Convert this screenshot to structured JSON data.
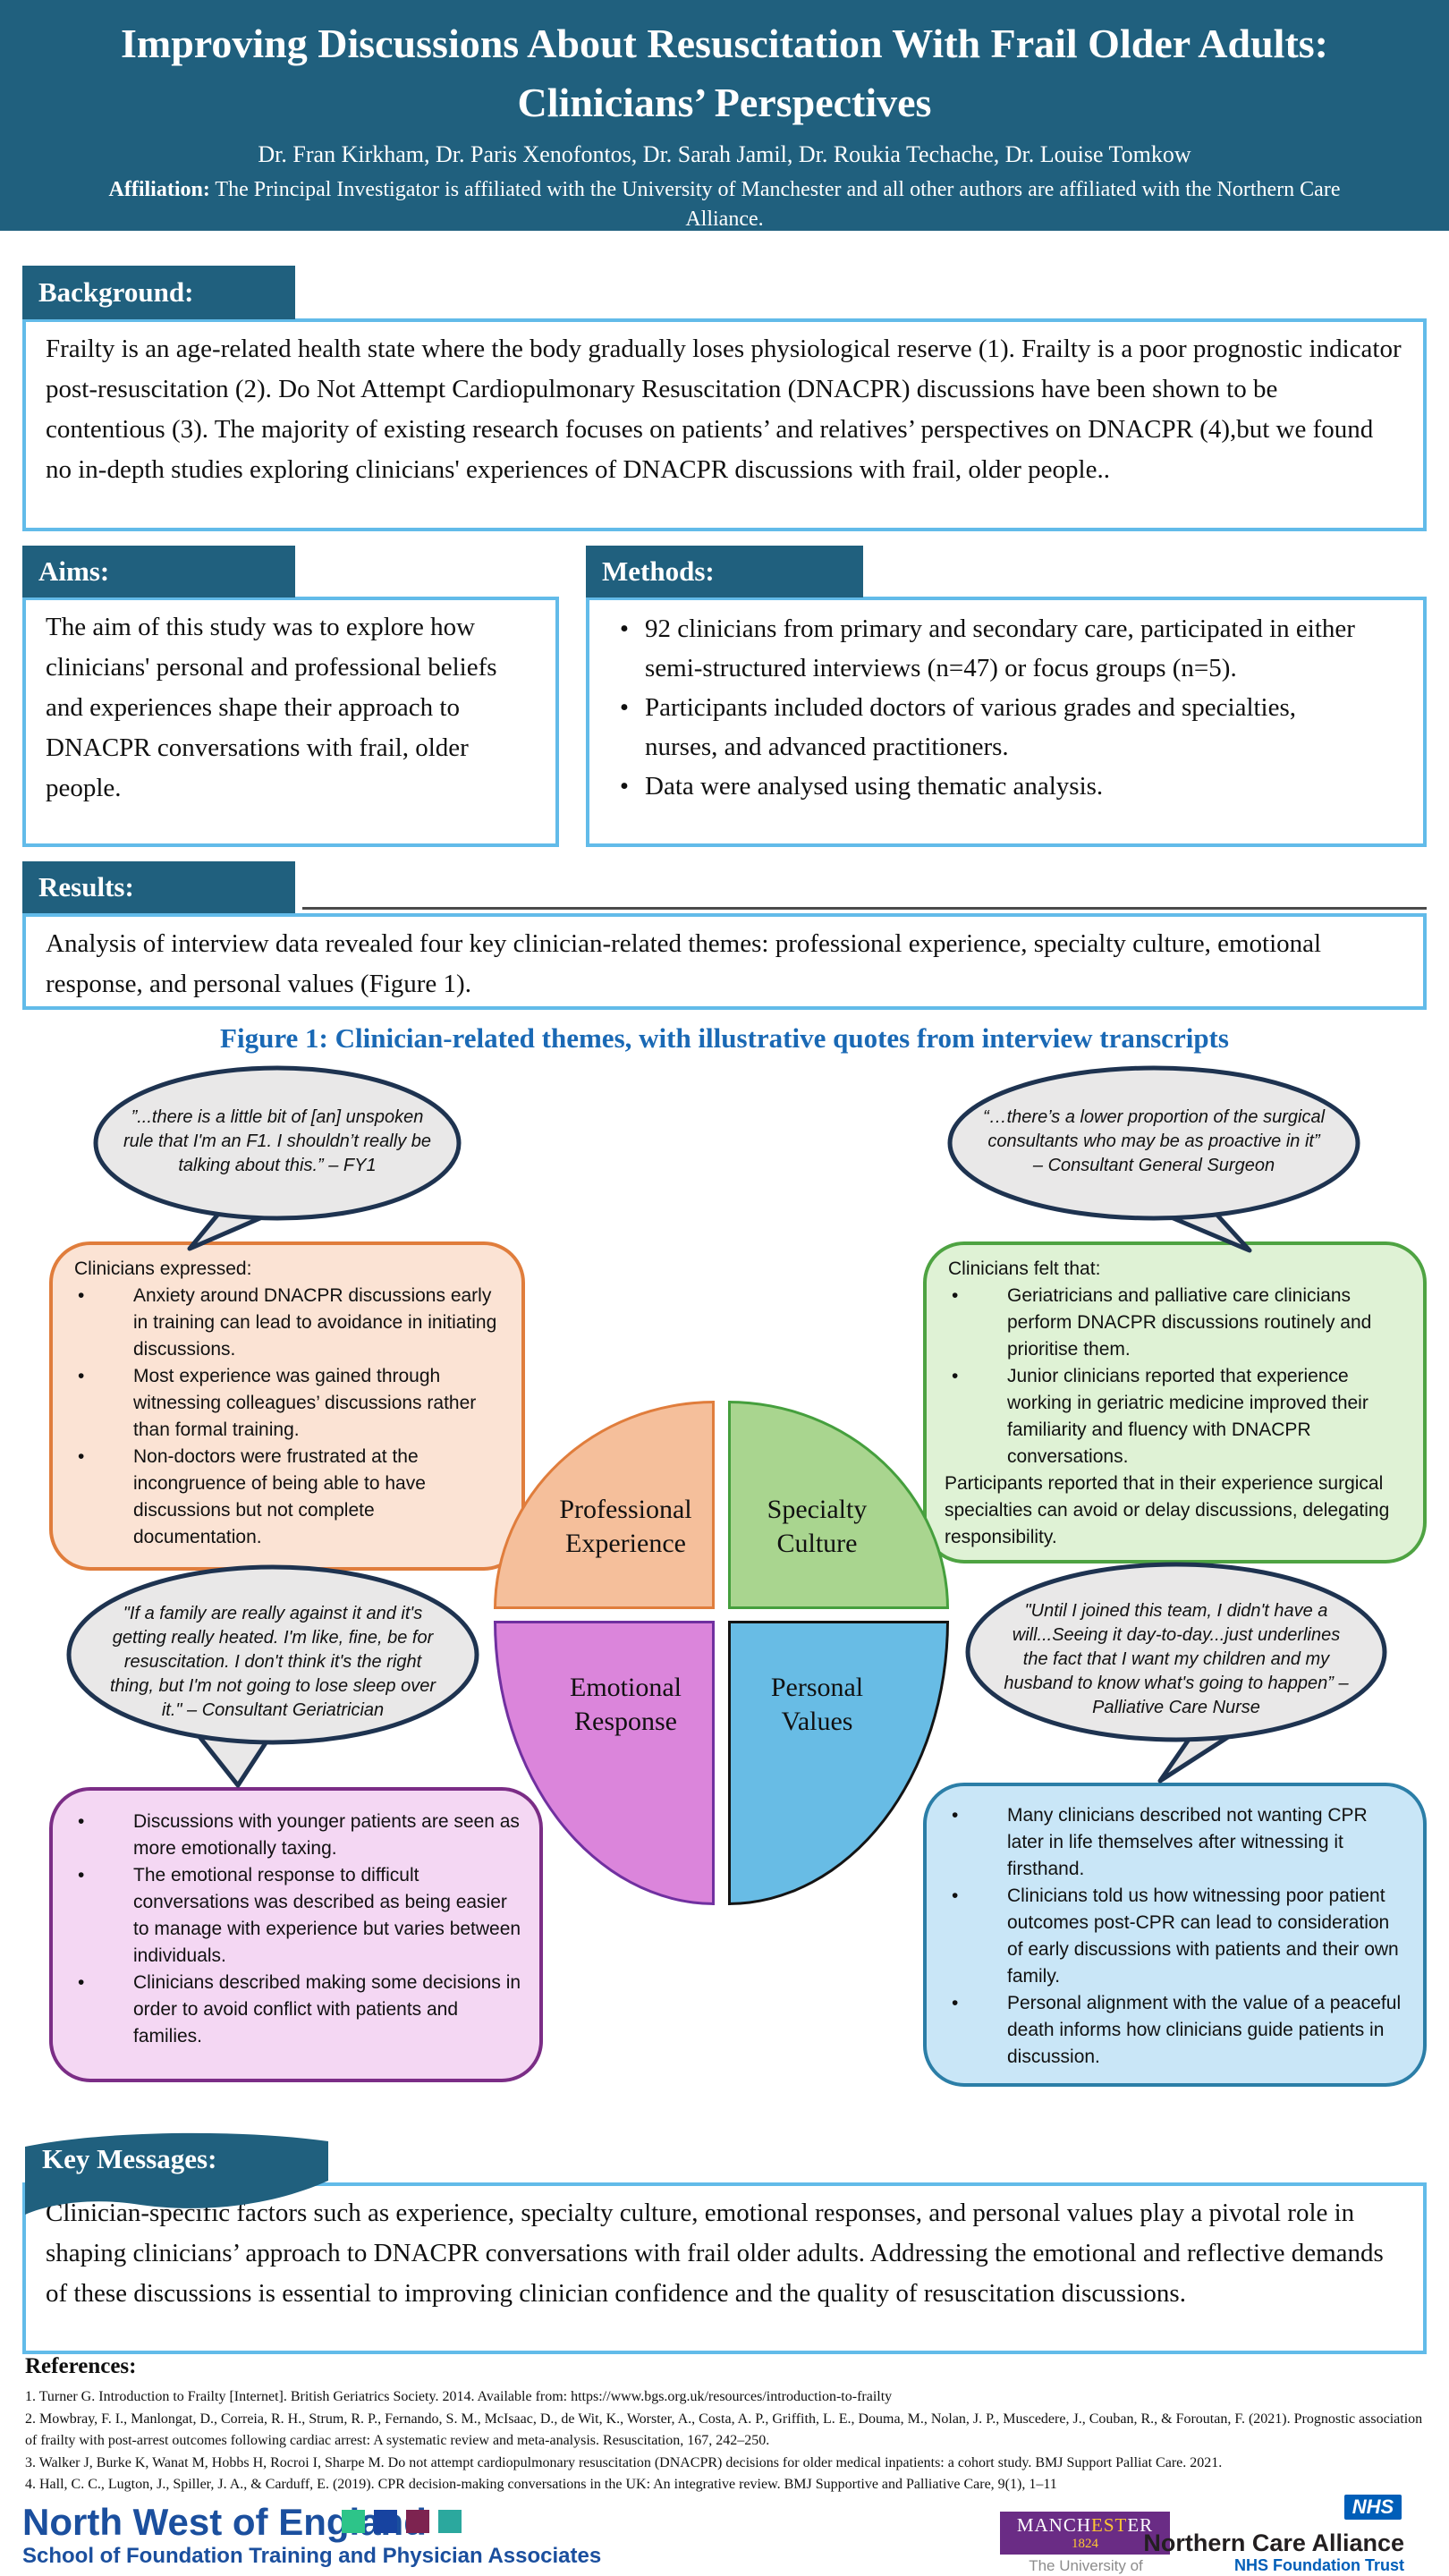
{
  "poster": {
    "title": "Improving Discussions About Resuscitation With Frail Older Adults: Clinicians’ Perspectives",
    "authors": "Dr. Fran Kirkham, Dr. Paris Xenofontos, Dr. Sarah Jamil, Dr. Roukia Techache, Dr. Louise Tomkow",
    "affiliation_label": "Affiliation:",
    "affiliation_text": " The Principal Investigator is affiliated with the University of Manchester and all other authors are affiliated with the Northern Care Alliance."
  },
  "background": {
    "heading": "Background:",
    "text": "Frailty is an age-related health state where the body gradually loses physiological reserve (1). Frailty is a poor prognostic indicator post-resuscitation (2). Do Not Attempt Cardiopulmonary Resuscitation (DNACPR) discussions have been shown to be contentious (3). The majority of existing research focuses on patients’ and relatives’ perspectives on DNACPR (4),but we found no in-depth studies exploring clinicians' experiences of DNACPR discussions with frail, older people.."
  },
  "aims": {
    "heading": "Aims:",
    "text": "The aim of this study was to explore how clinicians' personal and professional beliefs and experiences shape their approach to DNACPR conversations with frail, older people."
  },
  "methods": {
    "heading": "Methods:",
    "bullets": [
      "92 clinicians from primary and secondary care, participated in either semi-structured interviews (n=47) or focus groups (n=5).",
      "Participants included doctors of various grades and specialties, nurses, and advanced practitioners.",
      "Data were analysed using thematic analysis."
    ]
  },
  "results": {
    "heading": "Results:",
    "text": "Analysis of interview data revealed four key clinician-related themes: professional experience, specialty culture, emotional response, and personal values (Figure 1)."
  },
  "figure": {
    "caption": "Figure 1: Clinician-related themes, with illustrative quotes from interview transcripts",
    "quotes": {
      "top_left": "”...there is a little bit of [an] unspoken rule that I'm an F1. I shouldn’t really be talking about this.” – FY1",
      "top_right": "“…there’s a lower proportion of the surgical consultants who may be as proactive in it” – Consultant General Surgeon",
      "mid_left": "\"If a family are really against it and it's getting really heated. I'm like, fine, be for resuscitation. I don't think it's the right thing, but I'm not going to lose sleep over it.\" – Consultant Geriatrician",
      "mid_right": "\"Until I joined this team, I didn't have a will...Seeing it day-to-day...just underlines the fact that I want my children and my husband to know what's going to happen” – Palliative Care Nurse"
    },
    "themes": {
      "professional_experience": "Professional Experience",
      "specialty_culture": "Specialty Culture",
      "emotional_response": "Emotional Response",
      "personal_values": "Personal Values"
    },
    "boxes": {
      "professional_experience": {
        "intro": "Clinicians expressed:",
        "bullets": [
          "Anxiety around DNACPR discussions early in training can lead to avoidance in initiating discussions.",
          "Most experience was gained through witnessing colleagues’ discussions rather than formal training.",
          "Non-doctors were frustrated at the incongruence of being able to have discussions but not complete documentation."
        ]
      },
      "specialty_culture": {
        "intro": "Clinicians felt that:",
        "bullets": [
          "Geriatricians and palliative care clinicians perform DNACPR discussions routinely and prioritise them.",
          "Junior clinicians reported that experience working in geriatric medicine improved their familiarity and fluency with DNACPR conversations."
        ],
        "footer": "Participants reported that in their experience surgical specialties can avoid or delay discussions, delegating responsibility."
      },
      "emotional_response": {
        "bullets": [
          "Discussions with younger patients are seen as more emotionally taxing.",
          "The emotional response to difficult conversations was described as being easier to manage with experience but varies between individuals.",
          "Clinicians described making some decisions in order to avoid conflict with patients and families."
        ]
      },
      "personal_values": {
        "bullets": [
          "Many clinicians described not wanting CPR later in life themselves after witnessing it firsthand.",
          "Clinicians told us how witnessing poor patient outcomes post-CPR can lead to consideration of early discussions with patients and their own family.",
          "Personal alignment with the value of a peaceful death informs how clinicians guide patients in discussion."
        ]
      }
    }
  },
  "key_messages": {
    "heading": "Key Messages:",
    "text": "Clinician-specific factors such as experience, specialty culture, emotional responses, and personal values play a pivotal role in shaping clinicians’ approach to DNACPR conversations with frail older adults. Addressing the emotional and reflective demands of these discussions is essential to improving clinician confidence and the quality of resuscitation discussions."
  },
  "references": {
    "heading": "References:",
    "items": [
      "1. Turner G. Introduction to Frailty [Internet]. British Geriatrics Society. 2014. Available from: https://www.bgs.org.uk/resources/introduction-to-frailty",
      "2. Mowbray, F. I., Manlongat, D., Correia, R. H., Strum, R. P., Fernando, S. M., McIsaac, D., de Wit, K., Worster, A., Costa, A. P., Griffith, L. E., Douma, M., Nolan, J. P., Muscedere, J., Couban, R., & Foroutan, F. (2021). Prognostic association of frailty with post-arrest outcomes following cardiac arrest: A systematic review and meta-analysis. Resuscitation, 167, 242–250.",
      "3. Walker J, Burke K, Wanat M, Hobbs H, Rocroi I, Sharpe M. Do not attempt cardiopulmonary resuscitation (DNACPR) decisions for older medical inpatients: a cohort study. BMJ Support Palliat Care. 2021.",
      "4. Hall, C. C., Lugton, J., Spiller, J. A., & Carduff, E. (2019). CPR decision-making conversations in the UK: An integrative review. BMJ Supportive and Palliative Care, 9(1), 1–11"
    ]
  },
  "footer": {
    "nwe": {
      "title": "North West of England",
      "subtitle": "School of Foundation Training and Physician Associates",
      "square_colors": [
        "#2DC489",
        "#1743A0",
        "#7D2350",
        "#2BA89E"
      ]
    },
    "manchester": {
      "part1": "MANCH",
      "part2": "EST",
      "part3": "ER",
      "year": "1824",
      "caption": "The University of Manchester"
    },
    "nca": {
      "nhs": "NHS",
      "name": "Northern Care Alliance",
      "subtitle": "NHS Foundation Trust"
    }
  },
  "colors": {
    "header_teal": "#20607E",
    "panel_border_blue": "#62BBE9",
    "figure_caption_blue": "#1A69B5",
    "quote_bubble_border": "#1E3350",
    "quote_bubble_fill": "#E9E8E8",
    "experience_orange": "#E07D3C",
    "experience_fill": "#FBE3D4",
    "culture_green": "#4EA342",
    "culture_fill": "#DFF2D5",
    "emotion_purple": "#7B2D86",
    "emotion_fill": "#F4D7F3",
    "values_blue": "#2B7EA7",
    "values_fill": "#C9E6F7",
    "pie_orange": "#F5BF9B",
    "pie_green": "#A9D58F",
    "pie_magenta": "#DB85DB",
    "pie_blue": "#68BCE5",
    "nhs_blue": "#005EB8",
    "manchester_purple": "#6A2C85",
    "nwe_blue": "#1B4F9E"
  }
}
